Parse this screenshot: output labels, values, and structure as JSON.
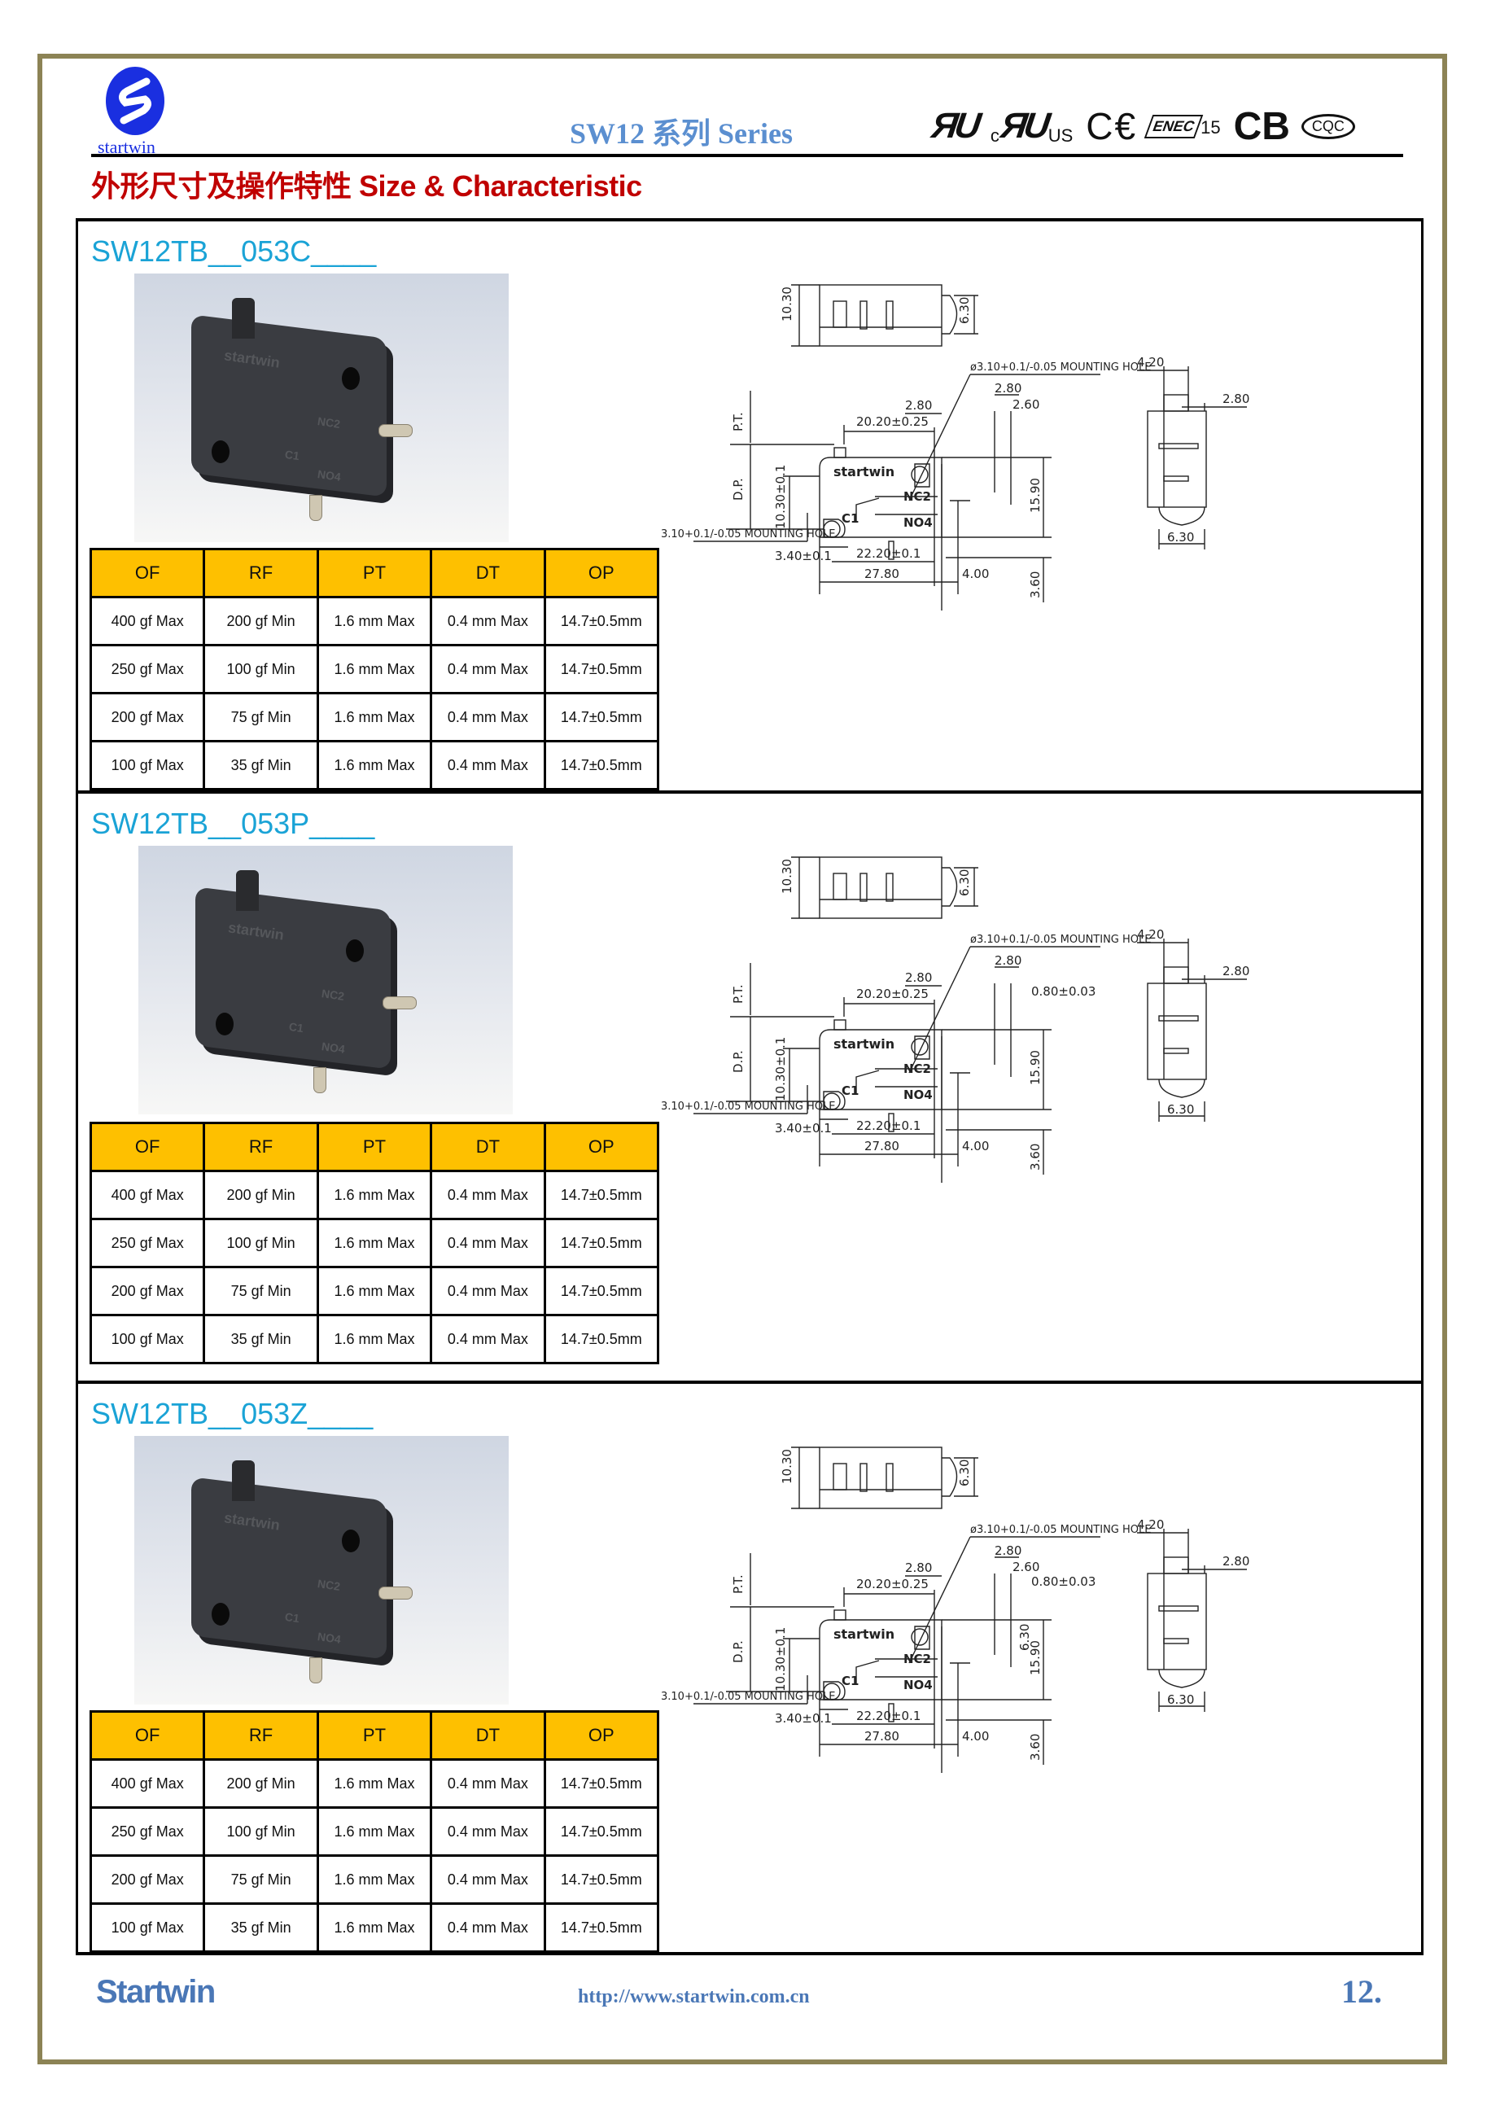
{
  "header": {
    "brand_wordmark": "startwin",
    "series_title": "SW12 系列 Series",
    "certifications": [
      {
        "name": "UL",
        "glyph": "ЯU"
      },
      {
        "name": "cULus",
        "prefix": "c",
        "glyph": "ЯU",
        "suffix": "US"
      },
      {
        "name": "CE",
        "glyph": "C€"
      },
      {
        "name": "ENEC",
        "glyph": "ENEC",
        "suffix": "15"
      },
      {
        "name": "CB",
        "glyph": "CB"
      },
      {
        "name": "CQC",
        "glyph": "CQC"
      }
    ],
    "section_title": "外形尺寸及操作特性 Size & Characteristic"
  },
  "table_headers": [
    "OF",
    "RF",
    "PT",
    "DT",
    "OP"
  ],
  "models": [
    {
      "name": "SW12TB__053C____",
      "photo": {
        "engraving": "startwin",
        "terminal_labels": [
          "NC2",
          "C1",
          "NO4"
        ]
      },
      "table_rows": [
        [
          "400 gf Max",
          "200 gf Min",
          "1.6 mm Max",
          "0.4 mm Max",
          "14.7±0.5mm"
        ],
        [
          "250 gf Max",
          "100 gf Min",
          "1.6 mm Max",
          "0.4 mm Max",
          "14.7±0.5mm"
        ],
        [
          "200 gf Max",
          "75 gf Min",
          "1.6 mm Max",
          "0.4 mm Max",
          "14.7±0.5mm"
        ],
        [
          "100 gf Max",
          "35 gf Min",
          "1.6 mm Max",
          "0.4 mm Max",
          "14.7±0.5mm"
        ]
      ],
      "drawing": {
        "top_height": "10.30",
        "top_actuator": "6.30",
        "pitch": "20.20±0.25",
        "mount_hole_right": "ø3.10+0.1/-0.05 MOUNTING HOLE",
        "mount_hole_left": "3.10+0.1/-0.05 MOUNTING HOLE",
        "dim_a": "2.80",
        "dim_b": "2.80",
        "dim_c": "2.60",
        "dim_d": "",
        "dim_e": "",
        "pt": "P.T.",
        "dp": "D.P.",
        "vert": "10.30±0.1",
        "height": "15.90",
        "pin": "3.60",
        "hole_x": "3.40±0.1",
        "base": "22.20±0.1",
        "length": "27.80",
        "tab": "4.00",
        "brand": "startwin",
        "nc": "NC2",
        "c": "C1",
        "no": "NO4",
        "side_w": "4.20",
        "side_t": "2.80",
        "side_b": "6.30"
      }
    },
    {
      "name": "SW12TB__053P____",
      "photo": {
        "engraving": "startwin",
        "terminal_labels": [
          "NC2",
          "C1",
          "NO4"
        ]
      },
      "table_rows": [
        [
          "400 gf Max",
          "200 gf Min",
          "1.6 mm Max",
          "0.4 mm Max",
          "14.7±0.5mm"
        ],
        [
          "250 gf Max",
          "100 gf Min",
          "1.6 mm Max",
          "0.4 mm Max",
          "14.7±0.5mm"
        ],
        [
          "200 gf Max",
          "75 gf Min",
          "1.6 mm Max",
          "0.4 mm Max",
          "14.7±0.5mm"
        ],
        [
          "100 gf Max",
          "35 gf Min",
          "1.6 mm Max",
          "0.4 mm Max",
          "14.7±0.5mm"
        ]
      ],
      "drawing": {
        "top_height": "10.30",
        "top_actuator": "6.30",
        "pitch": "20.20±0.25",
        "mount_hole_right": "ø3.10+0.1/-0.05 MOUNTING HOLE",
        "mount_hole_left": "3.10+0.1/-0.05 MOUNTING HOLE",
        "dim_a": "2.80",
        "dim_b": "2.80",
        "dim_c": "",
        "dim_d": "0.80±0.03",
        "dim_e": "",
        "pt": "P.T.",
        "dp": "D.P.",
        "vert": "10.30±0.1",
        "height": "15.90",
        "pin": "3.60",
        "hole_x": "3.40±0.1",
        "base": "22.20±0.1",
        "length": "27.80",
        "tab": "4.00",
        "brand": "startwin",
        "nc": "NC2",
        "c": "C1",
        "no": "NO4",
        "side_w": "4.20",
        "side_t": "2.80",
        "side_b": "6.30"
      }
    },
    {
      "name": "SW12TB__053Z____",
      "photo": {
        "engraving": "startwin",
        "terminal_labels": [
          "NC2",
          "C1",
          "NO4"
        ]
      },
      "table_rows": [
        [
          "400 gf Max",
          "200 gf Min",
          "1.6 mm Max",
          "0.4 mm Max",
          "14.7±0.5mm"
        ],
        [
          "250 gf Max",
          "100 gf Min",
          "1.6 mm Max",
          "0.4 mm Max",
          "14.7±0.5mm"
        ],
        [
          "200 gf Max",
          "75 gf Min",
          "1.6 mm Max",
          "0.4 mm Max",
          "14.7±0.5mm"
        ],
        [
          "100 gf Max",
          "35 gf Min",
          "1.6 mm Max",
          "0.4 mm Max",
          "14.7±0.5mm"
        ]
      ],
      "drawing": {
        "top_height": "10.30",
        "top_actuator": "6.30",
        "pitch": "20.20±0.25",
        "mount_hole_right": "ø3.10+0.1/-0.05 MOUNTING HOLE",
        "mount_hole_left": "3.10+0.1/-0.05 MOUNTING HOLE",
        "dim_a": "2.80",
        "dim_b": "2.80",
        "dim_c": "2.60",
        "dim_d": "0.80±0.03",
        "dim_e": "6.30",
        "pt": "P.T.",
        "dp": "D.P.",
        "vert": "10.30±0.1",
        "height": "15.90",
        "pin": "3.60",
        "hole_x": "3.40±0.1",
        "base": "22.20±0.1",
        "length": "27.80",
        "tab": "4.00",
        "brand": "startwin",
        "nc": "NC2",
        "c": "C1",
        "no": "NO4",
        "side_w": "4.20",
        "side_t": "2.80",
        "side_b": "6.30"
      }
    }
  ],
  "footer": {
    "brand": "Startwin",
    "url": "http://www.startwin.com.cn",
    "page_number": "12."
  },
  "colors": {
    "frame": "#8c8355",
    "brand_blue": "#1a2fe0",
    "series_blue": "#5b8fd0",
    "section_red": "#c00000",
    "model_cyan": "#1aa3d6",
    "table_header": "#fec000",
    "footer_blue": "#4a77b6"
  }
}
